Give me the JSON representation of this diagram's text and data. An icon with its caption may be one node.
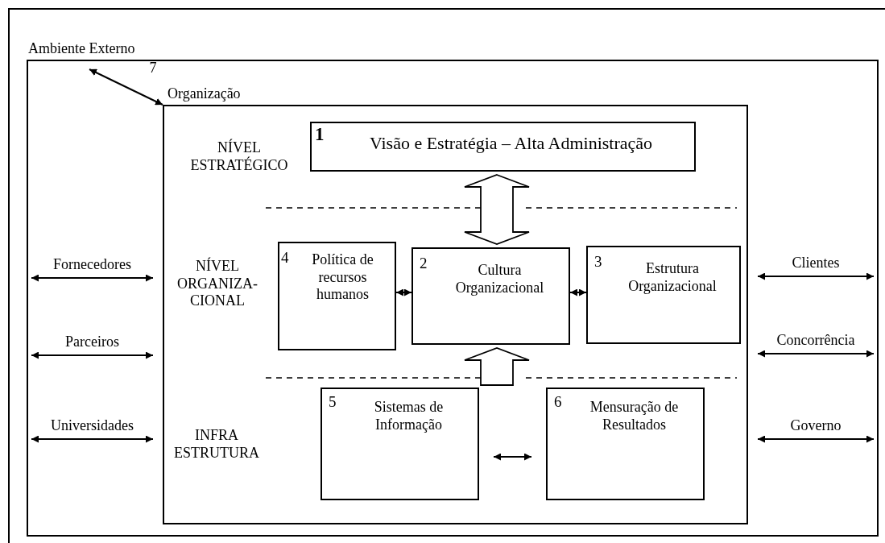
{
  "diagram": {
    "nodes": [
      {
        "text": [
          "Ambiente Externo"
        ]
      },
      {
        "text": [
          "Organização"
        ],
        "in": 0
      },
      {
        "text": [
          "1",
          "Visão e Estratégia – Alta Administração"
        ],
        "in": 1
      },
      {
        "text": [
          "4",
          "Política de recursos humanos"
        ],
        "in": 1
      },
      {
        "text": [
          "2",
          "Cultura Organizacional"
        ],
        "in": 1
      },
      {
        "text": [
          "3",
          "Estrutura Organizacional"
        ],
        "in": 1
      },
      {
        "text": [
          "5",
          "Sistemas de Informação"
        ],
        "in": 1
      },
      {
        "text": [
          "6",
          "Mensuração de Resultados"
        ],
        "in": 1
      }
    ],
    "edges": [
      {
        "from": 0,
        "to": 1,
        "arrow": "both",
        "label": "7"
      },
      {
        "from": 0,
        "to": 1,
        "arrow": "both",
        "label": "Fornecedores"
      },
      {
        "from": 0,
        "to": 1,
        "arrow": "both",
        "label": "Parceiros"
      },
      {
        "from": 0,
        "to": 1,
        "arrow": "both",
        "label": "Universidades"
      },
      {
        "from": 1,
        "to": 0,
        "arrow": "both",
        "label": "Clientes"
      },
      {
        "from": 1,
        "to": 0,
        "arrow": "both",
        "label": "Concorrência"
      },
      {
        "from": 1,
        "to": 0,
        "arrow": "both",
        "label": "Governo"
      },
      {
        "from": 2,
        "to": 4,
        "arrow": "both",
        "style": "thick"
      },
      {
        "from": null,
        "to": 4,
        "arrow": "to",
        "style": "thick"
      },
      {
        "from": 3,
        "to": 4,
        "arrow": "both"
      },
      {
        "from": 4,
        "to": 5,
        "arrow": "both"
      },
      {
        "from": 6,
        "to": 7,
        "arrow": "both"
      }
    ],
    "labels": [
      "NÍVEL ESTRATÉGICO",
      "NÍVEL ORGANIZA- CIONAL",
      "INFRA ESTRUTURA"
    ]
  }
}
